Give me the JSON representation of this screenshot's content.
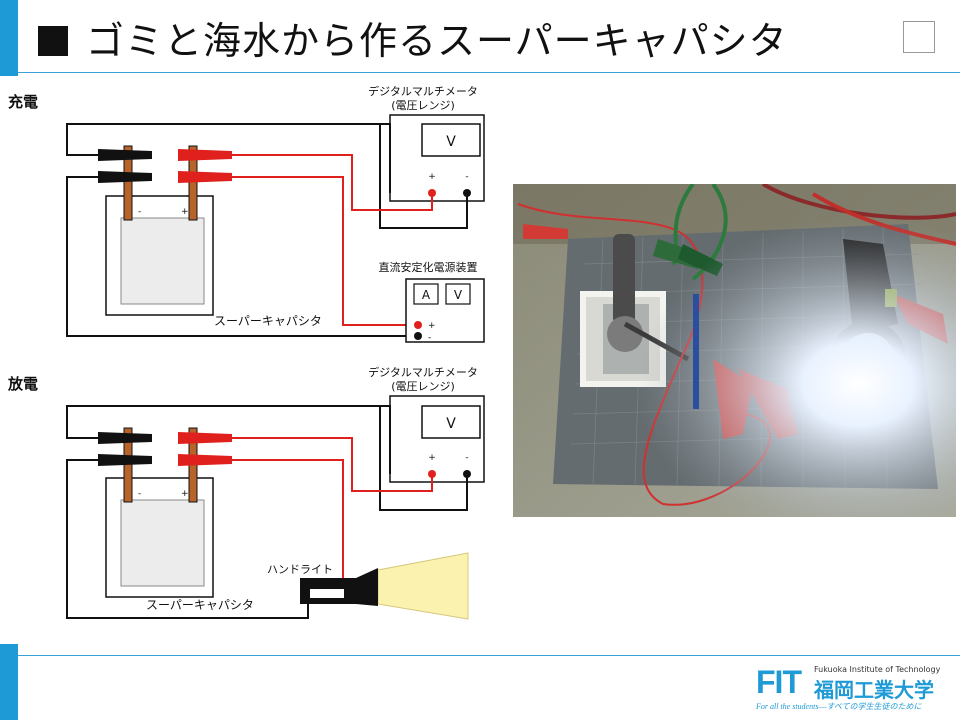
{
  "slide": {
    "title": "ゴミと海水から作るスーパーキャパシタ"
  },
  "charge_section": {
    "heading": "充電",
    "multimeter_title": "デジタルマルチメータ",
    "multimeter_mode": "(電圧レンジ)",
    "meter_symbol": "V",
    "plus": "+",
    "minus": "-",
    "psu_title": "直流安定化電源装置",
    "psu_ammeter": "A",
    "psu_voltmeter": "V",
    "cell_label": "スーパーキャパシタ"
  },
  "discharge_section": {
    "heading": "放電",
    "multimeter_title": "デジタルマルチメータ",
    "multimeter_mode": "(電圧レンジ)",
    "meter_symbol": "V",
    "plus": "+",
    "minus": "-",
    "flashlight_label": "ハンドライト",
    "cell_label": "スーパーキャパシタ"
  },
  "footer": {
    "logo_mark": "FIT",
    "logo_en": "Fukuoka Institute of Technology",
    "logo_jp": "福岡工業大学",
    "tagline": "For all the students―すべての学生生徒のために"
  },
  "colors": {
    "accent": "#1e9ad6",
    "wire_red": "#e0201c",
    "electrode": "#b8632a"
  }
}
